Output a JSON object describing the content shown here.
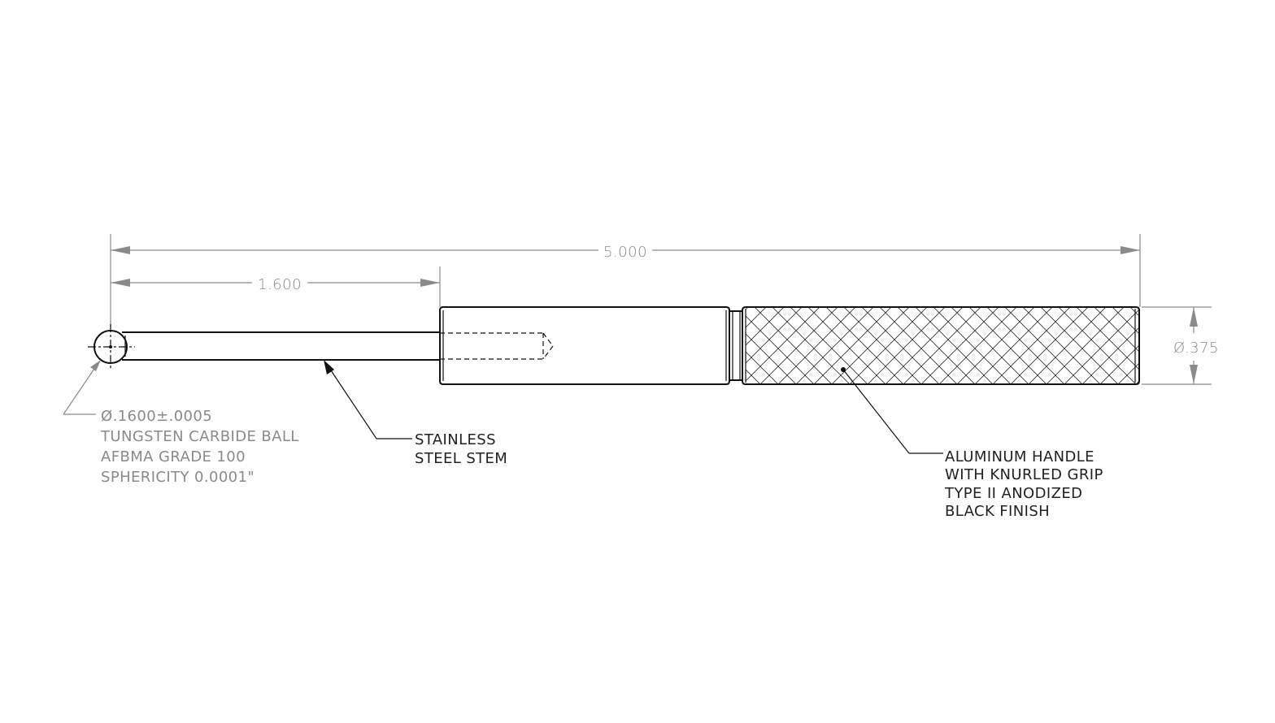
{
  "dimensions": {
    "overall_length": "5.000",
    "stem_length": "1.600",
    "handle_diameter": "Ø.375"
  },
  "notes": {
    "ball": [
      "Ø.1600±.0005",
      "TUNGSTEN CARBIDE BALL",
      "AFBMA GRADE 100",
      "SPHERICITY 0.0001\""
    ],
    "stem": [
      "STAINLESS",
      "STEEL STEM"
    ],
    "handle": [
      "ALUMINUM HANDLE",
      "WITH KNURLED GRIP",
      "TYPE II ANODIZED",
      "BLACK FINISH"
    ]
  },
  "colors": {
    "ink": "#111111",
    "dimension": "#8a8a8a"
  }
}
